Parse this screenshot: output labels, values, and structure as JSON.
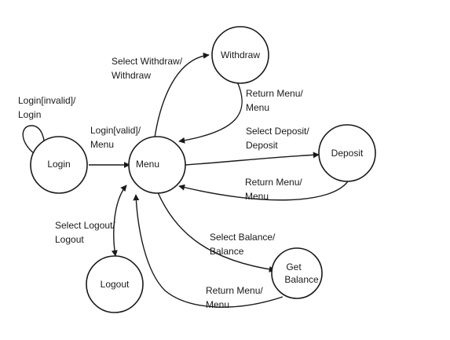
{
  "colors": {
    "stroke": "#1a1a1a",
    "background": "#ffffff"
  },
  "states": {
    "login": "Login",
    "menu": "Menu",
    "withdraw": "Withdraw",
    "deposit": "Deposit",
    "get_balance": [
      "Get",
      "Balance"
    ],
    "logout": "Logout"
  },
  "transitions": {
    "login_invalid": [
      "Login[invalid]/",
      "Login"
    ],
    "login_valid": [
      "Login[valid]/",
      "Menu"
    ],
    "select_withdraw": [
      "Select Withdraw/",
      "Withdraw"
    ],
    "withdraw_return": [
      "Return Menu/",
      "Menu"
    ],
    "select_deposit": [
      "Select Deposit/",
      "Deposit"
    ],
    "deposit_return": [
      "Return Menu/",
      "Menu"
    ],
    "select_balance": [
      "Select Balance/",
      "Balance"
    ],
    "balance_return": [
      "Return Menu/",
      "Menu"
    ],
    "select_logout": [
      "Select Logout/",
      "Logout"
    ]
  }
}
